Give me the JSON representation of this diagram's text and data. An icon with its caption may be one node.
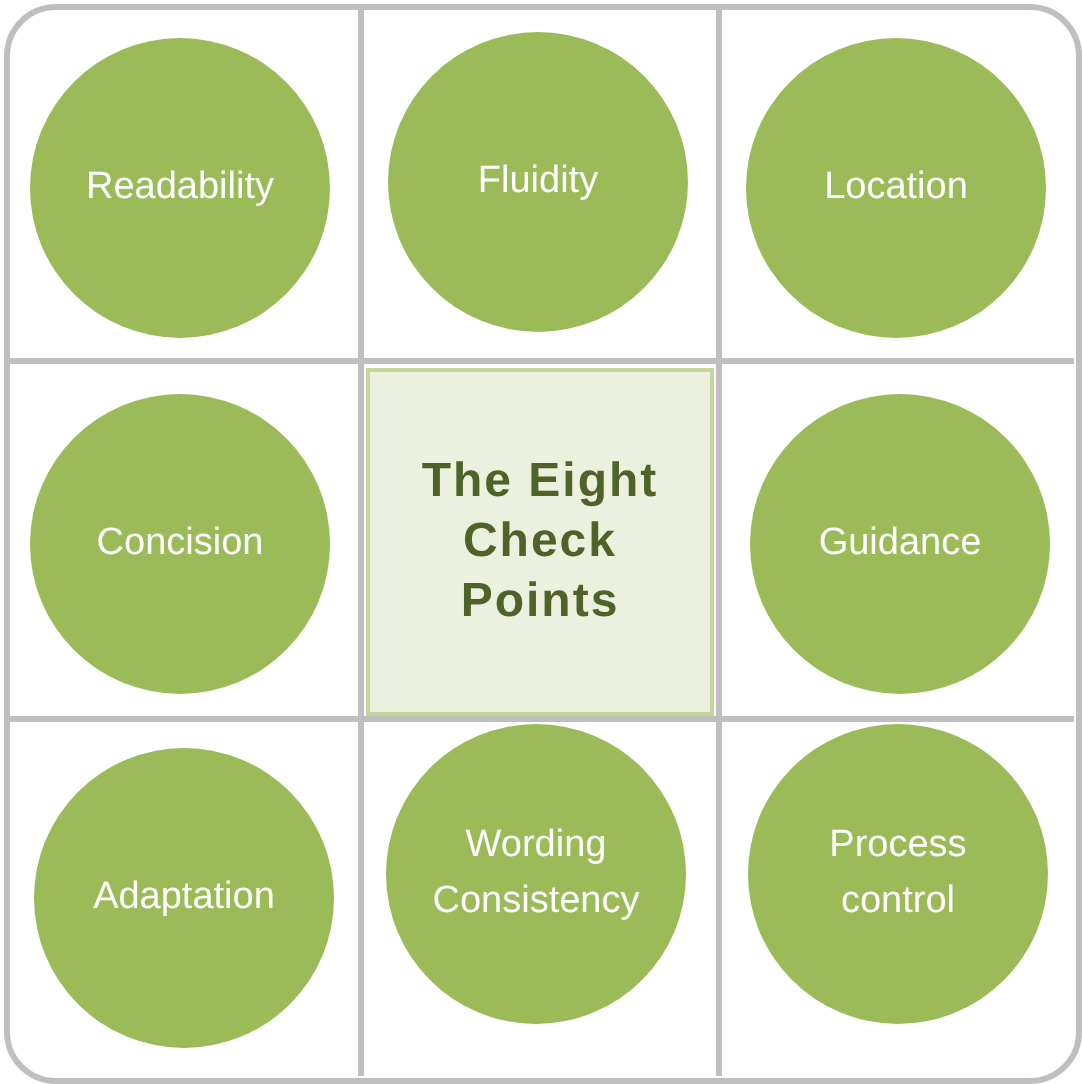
{
  "diagram": {
    "nodes": [
      {
        "text": [
          "Readability"
        ]
      },
      {
        "text": [
          "Fluidity"
        ]
      },
      {
        "text": [
          "Location"
        ]
      },
      {
        "text": [
          "Concision"
        ]
      },
      {
        "text": [
          "The Eight Check Points"
        ]
      },
      {
        "text": [
          "Guidance"
        ]
      },
      {
        "text": [
          "Adaptation"
        ]
      },
      {
        "text": [
          "Wording Consistency"
        ]
      },
      {
        "text": [
          "Process control"
        ]
      }
    ]
  }
}
